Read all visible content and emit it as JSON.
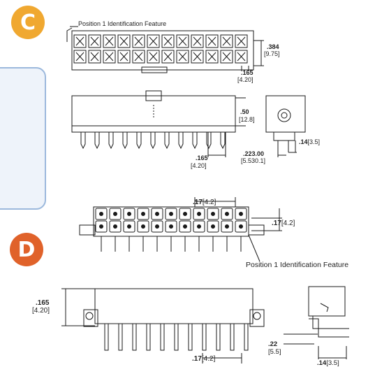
{
  "colors": {
    "badge_c": "#f0a830",
    "badge_d": "#e0622a",
    "panel_border": "#9bb8dc",
    "panel_fill": "#eef3fa",
    "line": "#1a1a1a"
  },
  "badges": {
    "c": "C",
    "d": "D"
  },
  "section_c": {
    "id_feature_label": "Position 1 Identification Feature",
    "dim_height_in": ".384",
    "dim_height_mm": "[9.75]",
    "dim_pitch_in": ".165",
    "dim_pitch_mm": "[4.20]",
    "dim_body_in": ".50",
    "dim_body_mm": "[12.8]",
    "dim_side_tail_in": ".14",
    "dim_side_tail_mm": "[3.5]",
    "dim_pitch2_in": ".165",
    "dim_pitch2_mm": "[4.20]",
    "dim_range_in": ".223.00",
    "dim_range_mm": "[5.530.1]"
  },
  "section_d": {
    "dim_top_pitch_in": ".17",
    "dim_top_pitch_mm": "[4.2]",
    "dim_row_pitch_in": ".17",
    "dim_row_pitch_mm": "[4.2]",
    "id_feature_label": "Position 1 Identification Feature",
    "dim_left_in": ".165",
    "dim_left_mm": "[4.20]",
    "dim_bottom_pitch_in": ".17",
    "dim_bottom_pitch_mm": "[4.2]",
    "dim_side_in": ".22",
    "dim_side_mm": "[5.5]",
    "dim_side_tail_in": ".14",
    "dim_side_tail_mm": "[3.5]"
  }
}
